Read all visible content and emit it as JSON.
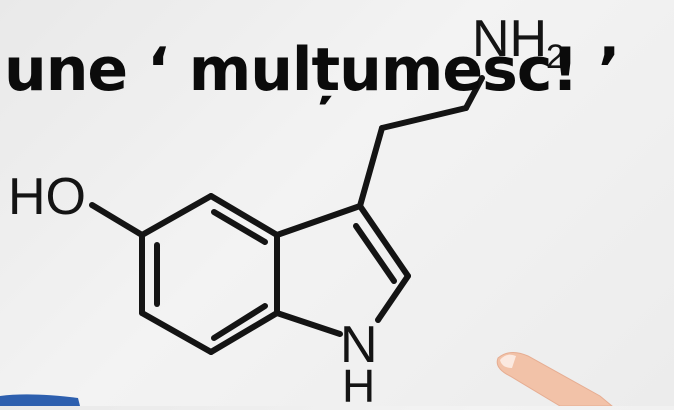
{
  "caption": "une ‘ mulțumesc! ’",
  "molecule": {
    "labels": {
      "hydroxyl": "HO",
      "amine": "NH",
      "amine_subscript": "2",
      "ring_n": "N",
      "ring_h": "H"
    }
  },
  "colors": {
    "background": "#eeeeee",
    "bonds": "#141414",
    "caption": "#0b0b0b",
    "hand": "#f2c2a8"
  }
}
